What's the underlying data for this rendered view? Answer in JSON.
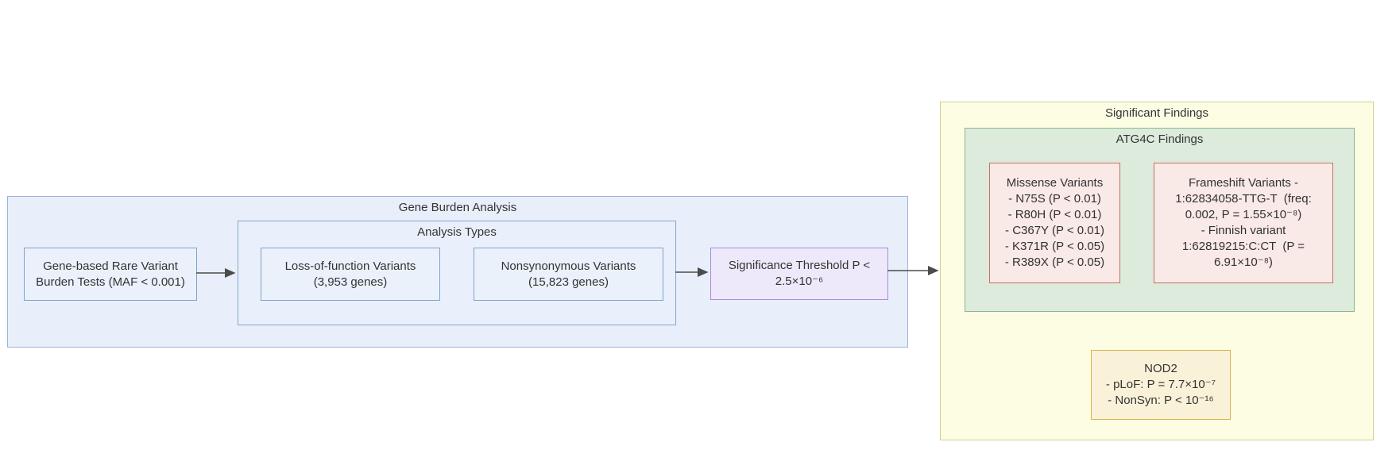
{
  "diagram": {
    "type": "flowchart",
    "groups": {
      "gene_burden": {
        "title": "Gene Burden Analysis"
      },
      "analysis_types": {
        "title": "Analysis Types"
      },
      "significant_findings": {
        "title": "Significant Findings"
      },
      "atg4c": {
        "title": "ATG4C Findings"
      }
    },
    "nodes": {
      "burden_tests": {
        "label": "Gene-based Rare Variant\nBurden Tests (MAF < 0.001)"
      },
      "lof": {
        "label": "Loss-of-function Variants\n(3,953 genes)"
      },
      "nonsyn": {
        "label": "Nonsynonymous Variants\n(15,823 genes)"
      },
      "threshold": {
        "label": "Significance Threshold P <\n2.5×10⁻⁶"
      },
      "missense": {
        "label": "Missense Variants\n- N75S (P < 0.01)\n- R80H (P < 0.01)\n- C367Y (P < 0.01)\n- K371R (P < 0.05)\n- R389X (P < 0.05)"
      },
      "frameshift": {
        "label": "Frameshift Variants -\n1:62834058-TTG-T  (freq:\n0.002, P = 1.55×10⁻⁸)\n- Finnish variant\n1:62819215:C:CT  (P =\n6.91×10⁻⁸)"
      },
      "nod2": {
        "label": "NOD2\n- pLoF: P = 7.7×10⁻⁷\n- NonSyn: P < 10⁻¹⁶"
      }
    },
    "edges": [
      {
        "from": "burden_tests",
        "to": "analysis_types"
      },
      {
        "from": "analysis_types",
        "to": "threshold"
      },
      {
        "from": "threshold",
        "to": "significant_findings"
      }
    ],
    "colors": {
      "blue_group_fill": "#e8effa",
      "blue_group_border": "#9bb5da",
      "blue_node_fill": "#eaf1fb",
      "blue_node_border": "#7ea3cd",
      "purple_node_fill": "#eee9fa",
      "purple_node_border": "#a98bd9",
      "yellow_group_fill": "#fdfde4",
      "yellow_group_border": "#d3cf96",
      "green_group_fill": "#dcebdc",
      "green_group_border": "#8cb88c",
      "pink_node_fill": "#f9e9e7",
      "pink_node_border": "#c9705f",
      "gold_node_fill": "#faf2d8",
      "gold_node_border": "#d7b44c",
      "text": "#333333",
      "edge": "#4b4b4b"
    }
  }
}
